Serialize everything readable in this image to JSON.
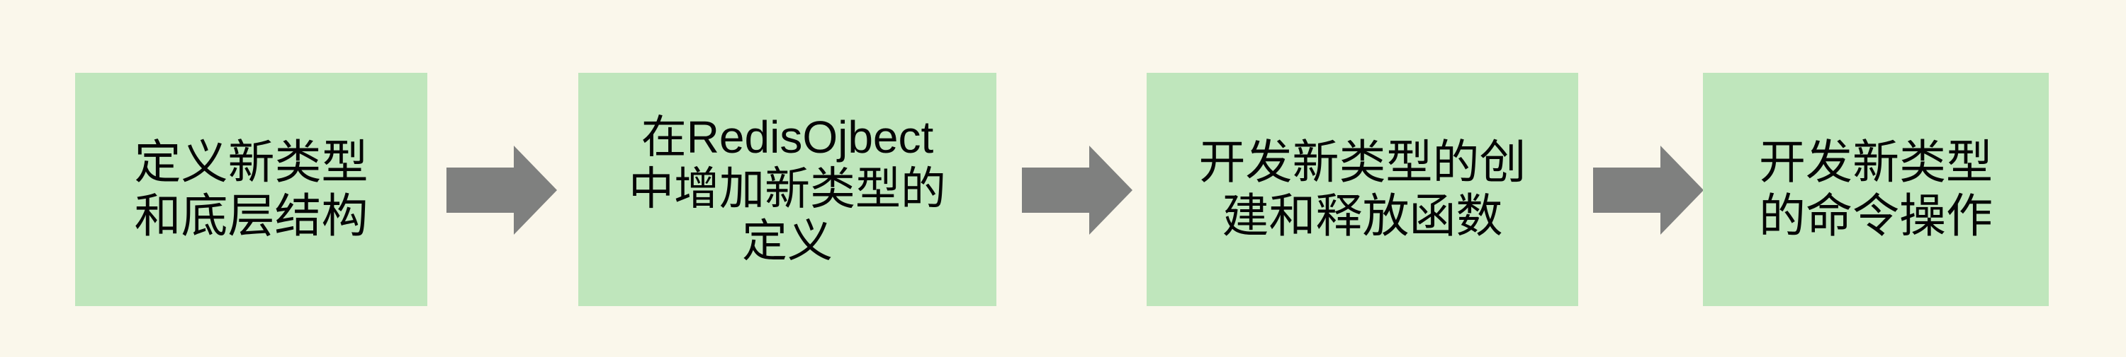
{
  "diagram": {
    "type": "horizontal-flowchart",
    "title": "",
    "background_color": "#faf7eb",
    "node_fill_color": "#bfe6bc",
    "node_text_color": "#050505",
    "arrow_color": "#7f807f",
    "direction": "left-to-right",
    "node_count": 4,
    "arrow_count": 3,
    "nodes": [
      {
        "id": "step-1",
        "order": 1,
        "label": "定义新类型\n和底层结构",
        "lines": [
          "定义新类型",
          "和底层结构"
        ]
      },
      {
        "id": "step-2",
        "order": 2,
        "label": "在RedisOjbect\n中增加新类型的\n定义",
        "lines": [
          "在RedisOjbect",
          "中增加新类型的",
          "定义"
        ]
      },
      {
        "id": "step-3",
        "order": 3,
        "label": "开发新类型的创\n建和释放函数",
        "lines": [
          "开发新类型的创",
          "建和释放函数"
        ]
      },
      {
        "id": "step-4",
        "order": 4,
        "label": "开发新类型\n的命令操作",
        "lines": [
          "开发新类型",
          "的命令操作"
        ]
      }
    ],
    "arrows": [
      {
        "id": "arrow-1",
        "from": "step-1",
        "to": "step-2",
        "icon": "arrow-right-icon"
      },
      {
        "id": "arrow-2",
        "from": "step-2",
        "to": "step-3",
        "icon": "arrow-right-icon"
      },
      {
        "id": "arrow-3",
        "from": "step-3",
        "to": "step-4",
        "icon": "arrow-right-icon"
      }
    ]
  }
}
